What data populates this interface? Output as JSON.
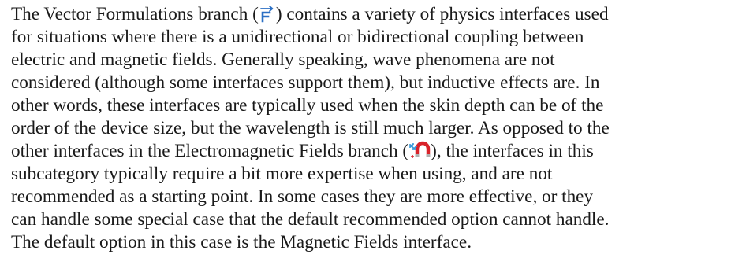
{
  "paragraph": {
    "lines": [
      {
        "pre": "The Vector Formulations branch (",
        "post": ") contains a variety of physics interfaces used"
      },
      {
        "text": "for situations where there is a unidirectional or bidirectional coupling between"
      },
      {
        "text": "electric and magnetic fields. Generally speaking, wave phenomena are not"
      },
      {
        "text": "considered (although some interfaces support them), but inductive effects are. In"
      },
      {
        "text": "other words, these interfaces are typically used when the skin depth can be of the"
      },
      {
        "text": "order of the device size, but the wavelength is still much larger. As opposed to the"
      },
      {
        "pre": "other interfaces in the Electromagnetic Fields branch (",
        "post": "), the interfaces in this"
      },
      {
        "text": "subcategory typically require a bit more expertise when using, and are not"
      },
      {
        "text": "recommended as a starting point. In some cases they are more effective, or they"
      },
      {
        "text": "can handle some special case that the default recommended option cannot handle."
      },
      {
        "text": "The default option in this case is the Magnetic Fields interface."
      }
    ]
  },
  "icons": {
    "vector_formulations": {
      "name": "vector-field-icon",
      "color": "#2a6fc4"
    },
    "electromagnetic_fields": {
      "name": "magnet-icon",
      "colors": [
        "#d9232a",
        "#3a9ad9"
      ]
    }
  }
}
